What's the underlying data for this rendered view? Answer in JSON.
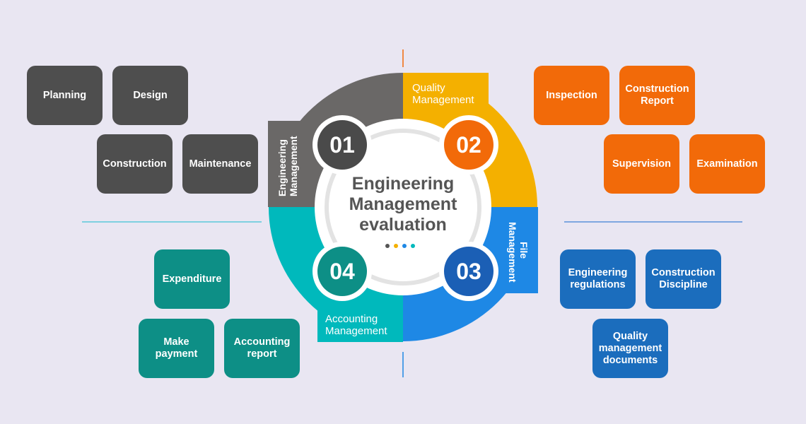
{
  "center": {
    "title_line1": "Engineering",
    "title_line2": "Management",
    "title_line3": "evaluation"
  },
  "quadrants": [
    {
      "number": "01",
      "label": "Engineering\nManagement",
      "color": "#6a6867"
    },
    {
      "number": "02",
      "label": "Quality\nManagement",
      "color": "#f4b000"
    },
    {
      "number": "03",
      "label": "File\nManagement",
      "color": "#1e88e5"
    },
    {
      "number": "04",
      "label": "Accounting\nManagement",
      "color": "#00b9bc"
    }
  ],
  "engineering_items": [
    "Planning",
    "Design",
    "Construction",
    "Maintenance"
  ],
  "quality_items": [
    "Inspection",
    "Construction\nReport",
    "Supervision",
    "Examination"
  ],
  "file_items": [
    "Engineering\nregulations",
    "Construction\nDiscipline",
    "Quality\nmanagement\ndocuments"
  ],
  "accounting_items": [
    "Expenditure",
    "Make\npayment",
    "Accounting\nreport"
  ],
  "colors": {
    "background": "#e9e6f2",
    "engineering_box": "#4e4e4e",
    "quality_box": "#f26a09",
    "file_box": "#1b6dbd",
    "accounting_box": "#0d8f86"
  }
}
